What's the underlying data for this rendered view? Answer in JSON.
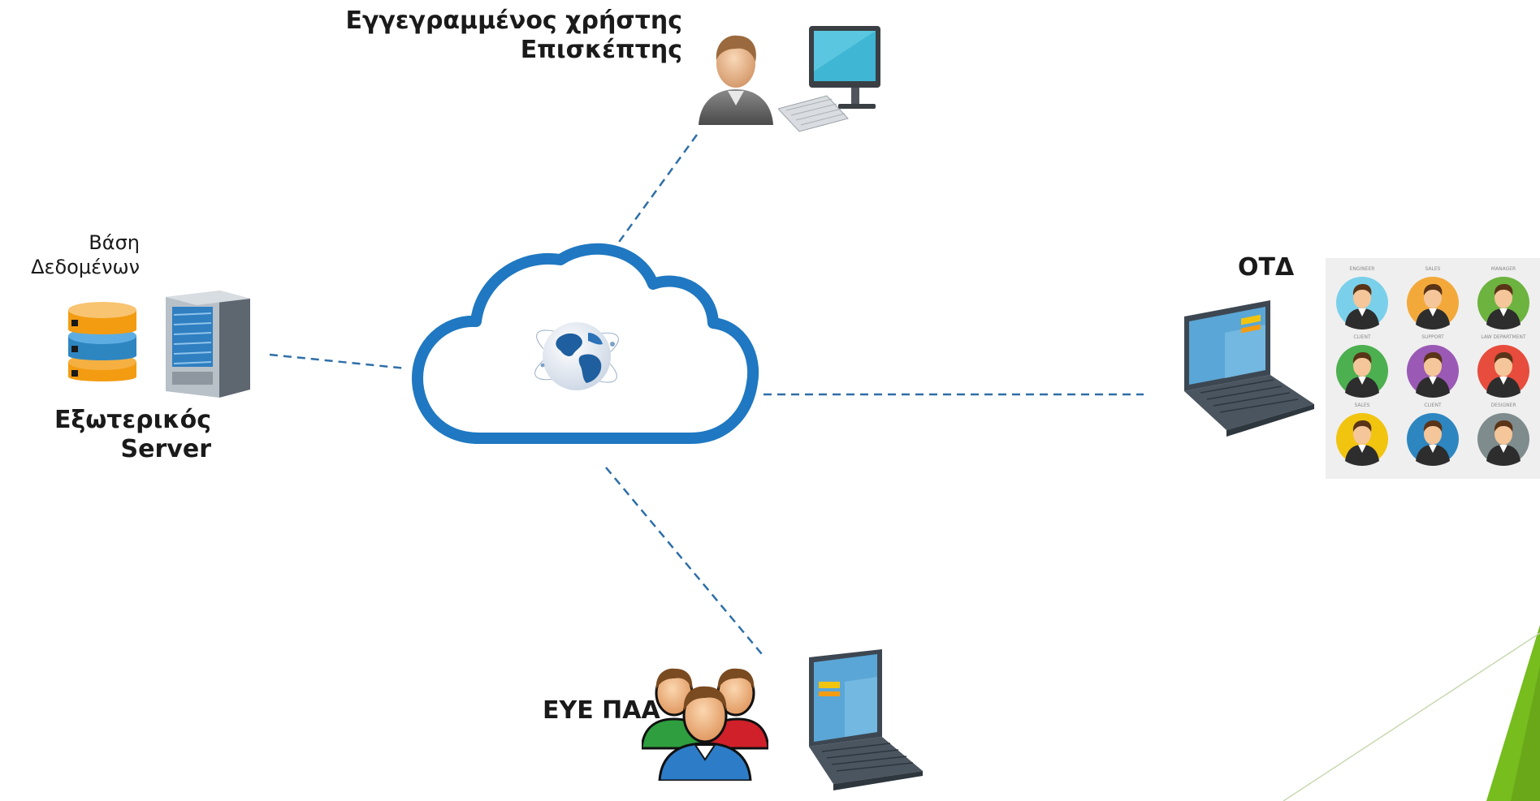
{
  "labels": {
    "registered_user_line1": "Εγγεγραμμένος χρήστης",
    "registered_user_line2": "Επισκέπτης",
    "database_line1": "Βάση",
    "database_line2": "Δεδομένων",
    "server_line1": "Εξωτερικός",
    "server_line2": "Server",
    "otd": "ΟΤΔ",
    "eye_paa": "ΕΥΕ ΠΑΑ"
  },
  "avatar_grid": {
    "captions": [
      "ENGINEER",
      "SALES",
      "MANAGER",
      "CLIENT",
      "SUPPORT",
      "LAW DEPARTMENT",
      "SALES",
      "CLIENT",
      "DESIGNER"
    ],
    "colors": [
      "#7ad0ea",
      "#f3a93a",
      "#6db33f",
      "#4caf50",
      "#9b59b6",
      "#e74c3c",
      "#f1c40f",
      "#2e86c1",
      "#7f8c8d"
    ]
  },
  "colors": {
    "link_line": "#2e6fa7",
    "cloud": "#1f78c1",
    "accent_green": "#76bd1d"
  }
}
